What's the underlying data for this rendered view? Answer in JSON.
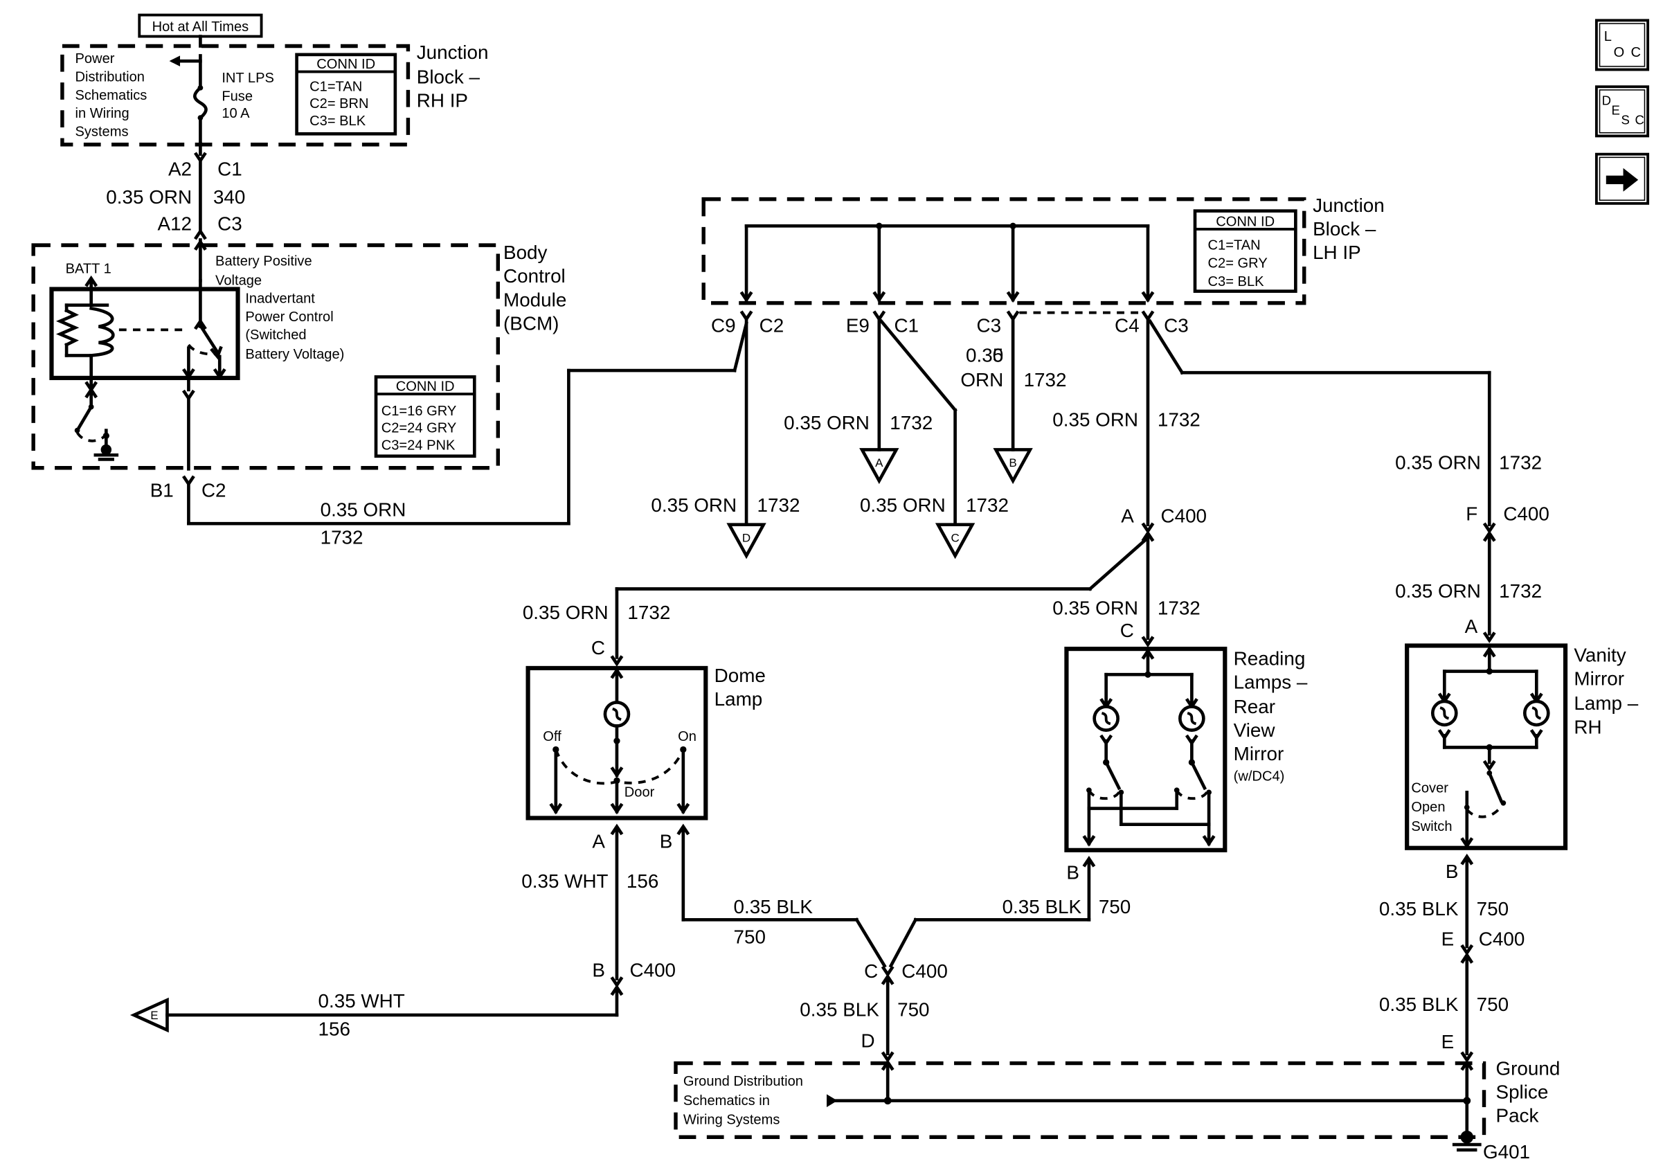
{
  "nav": {
    "loc_top": "L",
    "loc_bot": "OC",
    "desc_top": "D",
    "desc_mid": "E",
    "desc_bot": "SC",
    "next_glyph": "➜"
  },
  "top": {
    "hot_label": "Hot at All Times",
    "power_dist": [
      "Power",
      "Distribution",
      "Schematics",
      "in Wiring",
      "Systems"
    ],
    "fuse": [
      "INT LPS",
      "Fuse",
      "10 A"
    ],
    "conn_rh": {
      "title": "CONN ID",
      "lines": [
        "C1=TAN",
        "C2= BRN",
        "C3= BLK"
      ]
    },
    "jb_rh": [
      "Junction",
      "Block –",
      "RH IP"
    ],
    "a2": "A2",
    "c1": "C1",
    "wire340_gauge": "0.35 ORN",
    "wire340_circ": "340",
    "a12": "A12",
    "c3": "C3"
  },
  "bcm": {
    "title": [
      "Body",
      "Control",
      "Module",
      "(BCM)"
    ],
    "batt": "BATT 1",
    "bpv": [
      "Battery Positive",
      "Voltage"
    ],
    "ipc": [
      "Inadvertant",
      "Power Control",
      "(Switched",
      "Battery Voltage)"
    ],
    "conn": {
      "title": "CONN ID",
      "lines": [
        "C1=16 GRY",
        "C2=24 GRY",
        "C3=24 PNK"
      ]
    },
    "b1": "B1",
    "c2": "C2",
    "gauge": "0.35 ORN",
    "circ": "1732"
  },
  "jb_lh": {
    "title": [
      "Junction",
      "Block –",
      "LH IP"
    ],
    "conn": {
      "title": "CONN ID",
      "lines": [
        "C1=TAN",
        "C2= GRY",
        "C3= BLK"
      ]
    },
    "c9": "C9",
    "c2": "C2",
    "e9": "E9",
    "c1": "C1",
    "c3a": "C3",
    "c4": "C4",
    "c3b": "C3"
  },
  "wires": {
    "orn": "0.35 ORN",
    "c1732": "1732",
    "blk": "0.35 BLK",
    "c750": "750",
    "wht": "0.35 WHT",
    "c156": "156"
  },
  "offpage": {
    "a": "A",
    "b": "B",
    "c": "C",
    "d": "D",
    "e": "E"
  },
  "pins": {
    "a": "A",
    "b": "B",
    "c": "C",
    "d": "D",
    "e": "E",
    "f": "F",
    "c400": "C400"
  },
  "dome": {
    "title": [
      "Dome",
      "Lamp"
    ],
    "off": "Off",
    "on": "On",
    "door": "Door"
  },
  "reading": {
    "title": [
      "Reading",
      "Lamps –",
      "Rear",
      "View",
      "Mirror"
    ],
    "option": "(w/DC4)"
  },
  "vanity": {
    "title": [
      "Vanity",
      "Mirror",
      "Lamp –",
      "RH"
    ],
    "switch": [
      "Cover",
      "Open",
      "Switch"
    ]
  },
  "ground": {
    "dist": [
      "Ground Distribution",
      "Schematics in",
      "Wiring Systems"
    ],
    "splice": [
      "Ground",
      "Splice",
      "Pack"
    ],
    "g401": "G401"
  }
}
